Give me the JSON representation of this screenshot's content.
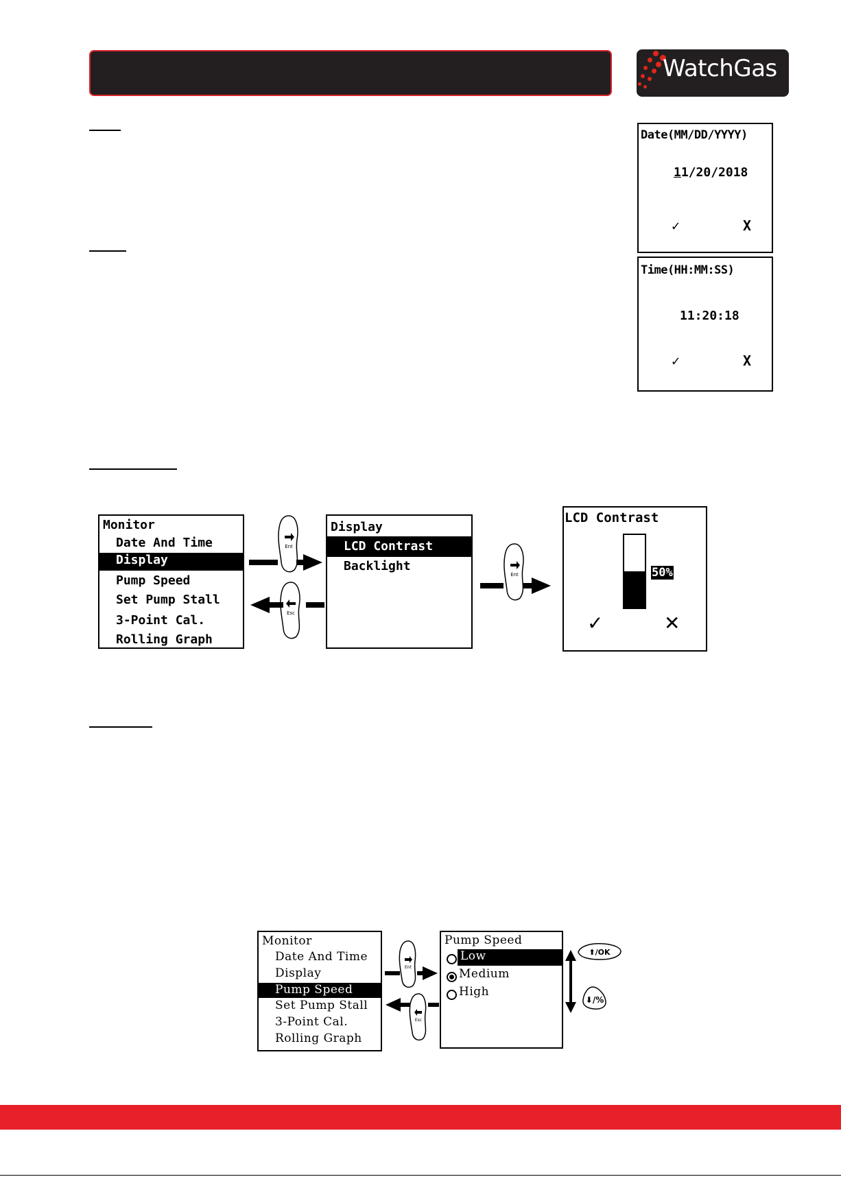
{
  "brand": {
    "logo_text": "WatchGas"
  },
  "date_screen": {
    "title": "Date(MM/DD/YYYY)",
    "value_prefix": "1",
    "value_rest": "1/20/2018",
    "confirm": "✓",
    "cancel": "X"
  },
  "time_screen": {
    "title": "Time(HH:MM:SS)",
    "value": "11:20:18",
    "confirm": "✓",
    "cancel": "X"
  },
  "display_flow": {
    "monitor_menu": {
      "title": "Monitor",
      "items": [
        "Date And Time",
        "Display",
        "Pump Speed",
        "Set Pump Stall",
        "3-Point Cal.",
        "Rolling Graph"
      ],
      "selected_index": 1
    },
    "display_menu": {
      "title": "Display",
      "items": [
        "LCD Contrast",
        "Backlight"
      ],
      "selected_index": 0
    },
    "contrast_screen": {
      "title": "LCD Contrast",
      "value_label": "50%",
      "level": 0.5,
      "confirm": "✓",
      "cancel": "✕"
    },
    "enter_key": "Ent",
    "escape_key": "Esc"
  },
  "pump_flow": {
    "monitor_menu": {
      "title": "Monitor",
      "items": [
        "Date And Time",
        "Display",
        "Pump Speed",
        "Set Pump Stall",
        "3-Point Cal.",
        "Rolling Graph"
      ],
      "selected_index": 2
    },
    "pump_menu": {
      "title": "Pump Speed",
      "options": [
        "Low",
        "Medium",
        "High"
      ],
      "highlighted_index": 0,
      "checked_index": 1
    },
    "enter_key": "Ent",
    "escape_key": "Esc",
    "up_key": "⬆/OK",
    "down_key": "⬇/%"
  }
}
